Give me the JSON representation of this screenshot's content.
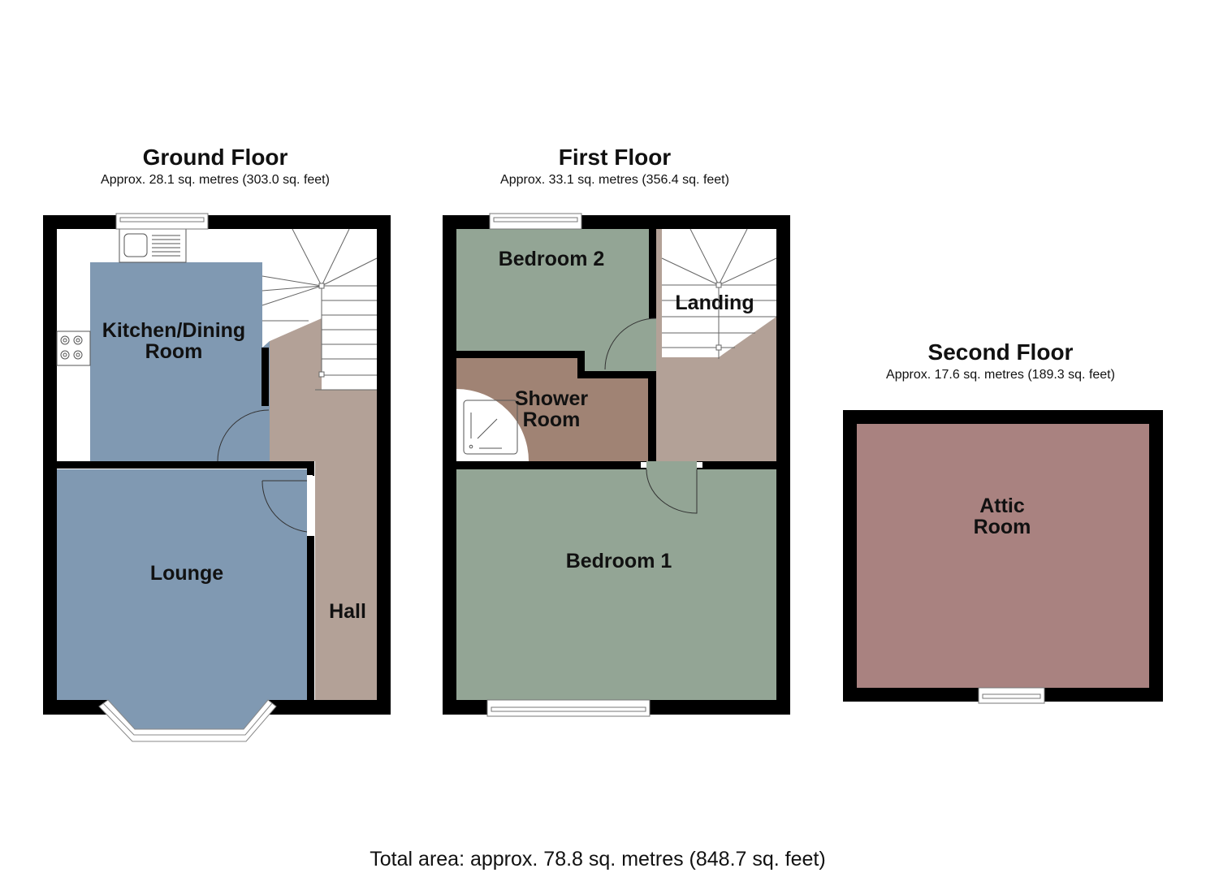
{
  "floors": [
    {
      "title": "Ground Floor",
      "area": "Approx. 28.1 sq. metres (303.0 sq. feet)",
      "rooms": [
        {
          "name": "Kitchen/Dining",
          "name2": "Room",
          "color": "#8099b2"
        },
        {
          "name": "Lounge",
          "color": "#8099b2"
        },
        {
          "name": "Hall",
          "color": "#b3a197"
        }
      ]
    },
    {
      "title": "First Floor",
      "area": "Approx. 33.1 sq. metres (356.4 sq. feet)",
      "rooms": [
        {
          "name": "Bedroom 2",
          "color": "#93a595"
        },
        {
          "name": "Landing",
          "color": "#b3a197"
        },
        {
          "name": "Shower",
          "name2": "Room",
          "color": "#a08374"
        },
        {
          "name": "Bedroom 1",
          "color": "#93a595"
        }
      ]
    },
    {
      "title": "Second Floor",
      "area": "Approx. 17.6 sq. metres (189.3 sq. feet)",
      "rooms": [
        {
          "name": "Attic",
          "name2": "Room",
          "color": "#a98280"
        }
      ]
    }
  ],
  "total_area": "Total area: approx. 78.8 sq. metres (848.7 sq. feet)",
  "colors": {
    "wall": "#000000",
    "stairs": "#ffffff",
    "fixture_line": "#555555"
  }
}
